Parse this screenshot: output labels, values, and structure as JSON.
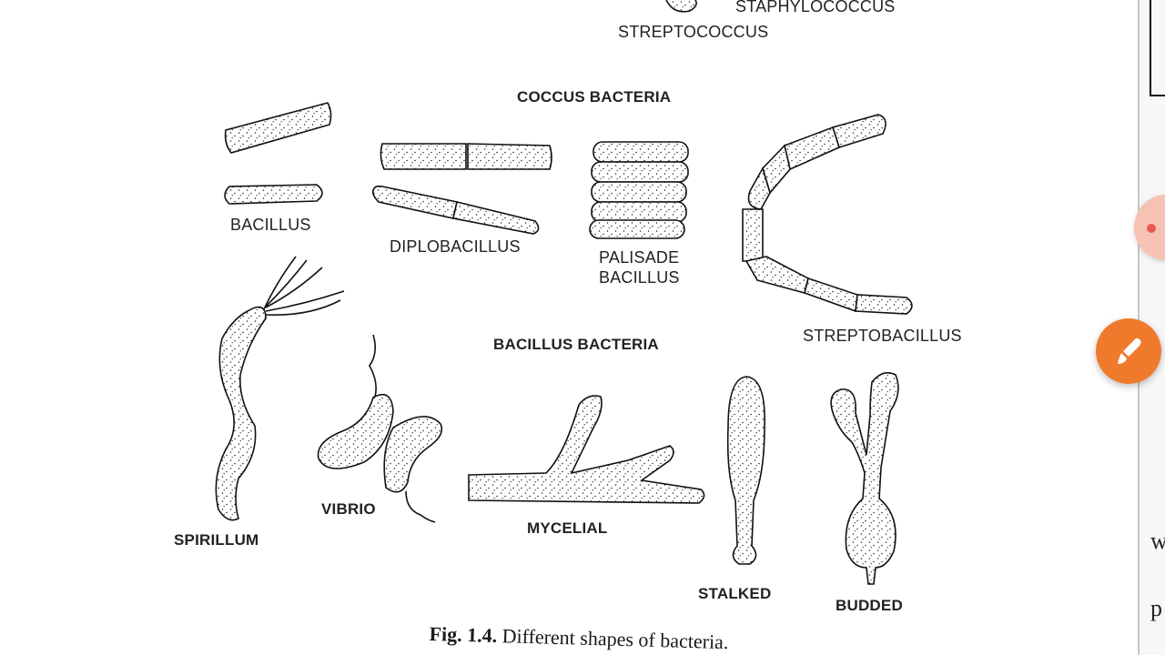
{
  "figure": {
    "labels": {
      "staphylococcus": "STAPHYLOCOCCUS",
      "streptococcus": "STREPTOCOCCUS",
      "coccus_heading": "COCCUS BACTERIA",
      "bacillus": "BACILLUS",
      "diplobacillus": "DIPLOBACILLUS",
      "palisade_line1": "PALISADE",
      "palisade_line2": "BACILLUS",
      "streptobacillus": "STREPTOBACILLUS",
      "bacillus_heading": "BACILLUS BACTERIA",
      "spirillum": "SPIRILLUM",
      "vibrio": "VIBRIO",
      "mycelial": "MYCELIAL",
      "stalked": "STALKED",
      "budded": "BUDDED"
    },
    "caption": {
      "number": "Fig. 1.4.",
      "text": "Different shapes of bacteria."
    }
  },
  "page_edge": {
    "glyph_w": "w",
    "glyph_p": "p"
  },
  "floating_buttons": {
    "record_icon": "record-dot-icon",
    "draw_icon": "paintbrush-icon",
    "draw_color": "#f07a2c",
    "record_color": "#f6c2b3"
  }
}
